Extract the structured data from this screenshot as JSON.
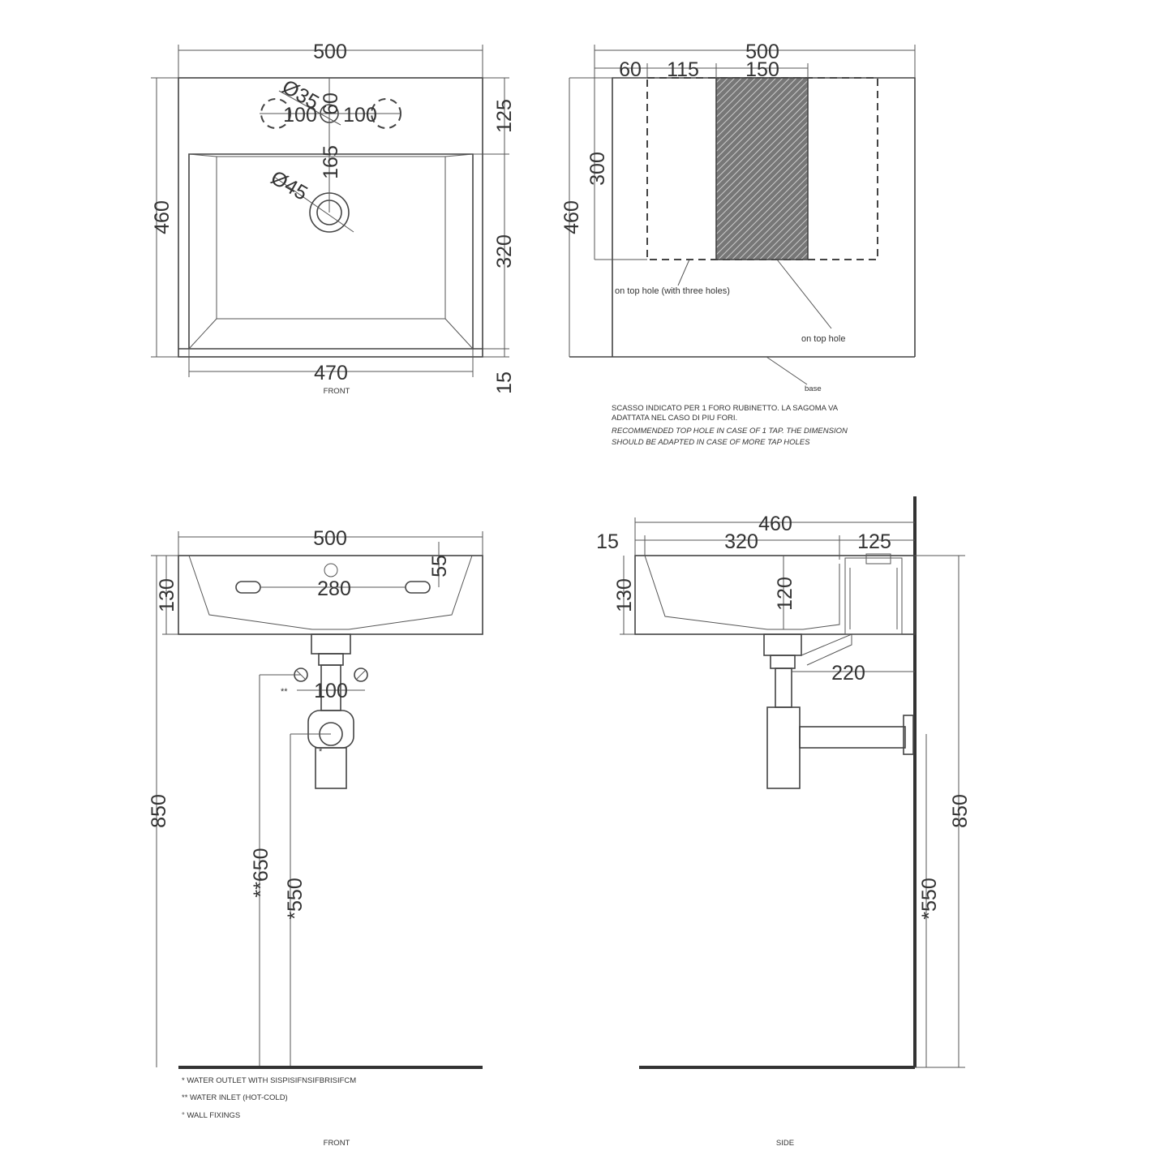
{
  "top_front": {
    "width": "500",
    "height": "460",
    "hole_dia": "Ø35",
    "offset_60": "60",
    "spacing_left": "100",
    "spacing_right": "100",
    "top_margin": "125",
    "to_drain": "165",
    "drain_dia": "Ø45",
    "bowl_depth": "320",
    "inner_width": "470",
    "rim": "15",
    "label": "FRONT"
  },
  "top_side": {
    "width": "500",
    "seg_60": "60",
    "seg_115": "115",
    "seg_150": "150",
    "height_300": "300",
    "height_460": "460",
    "note_three_holes": "on top hole (with three holes)",
    "note_top_hole": "on top hole",
    "note_base": "base",
    "notes": [
      "SCASSO INDICATO PER 1 FORO RUBINETTO. LA SAGOMA VA",
      "ADATTATA NEL CASO DI PIU FORI.",
      "RECOMMENDED TOP HOLE IN CASE OF 1 TAP. THE DIMENSION",
      "SHOULD BE ADAPTED IN CASE OF MORE TAP HOLES"
    ]
  },
  "bottom_front": {
    "width": "500",
    "depth_130": "130",
    "fixing_spacing": "280",
    "fixing_55": "55",
    "inlet_spacing": "100",
    "inlet_mark": "**",
    "outlet_mark": "*",
    "height_850": "850",
    "inlet_650": "**650",
    "outlet_550": "*550",
    "legend": [
      "*  WATER OUTLET WITH SISPISIFNSIFBRISIFCM",
      "** WATER INLET  (HOT-COLD)",
      "° WALL FIXINGS"
    ],
    "label": "FRONT"
  },
  "bottom_side": {
    "depth_460": "460",
    "seg_15": "15",
    "seg_320": "320",
    "seg_125": "125",
    "depth_130": "130",
    "depth_120": "120",
    "trap_220": "220",
    "height_850": "850",
    "outlet_550": "*550",
    "label": "SIDE"
  },
  "colors": {
    "line": "#444444",
    "background": "#ffffff"
  }
}
